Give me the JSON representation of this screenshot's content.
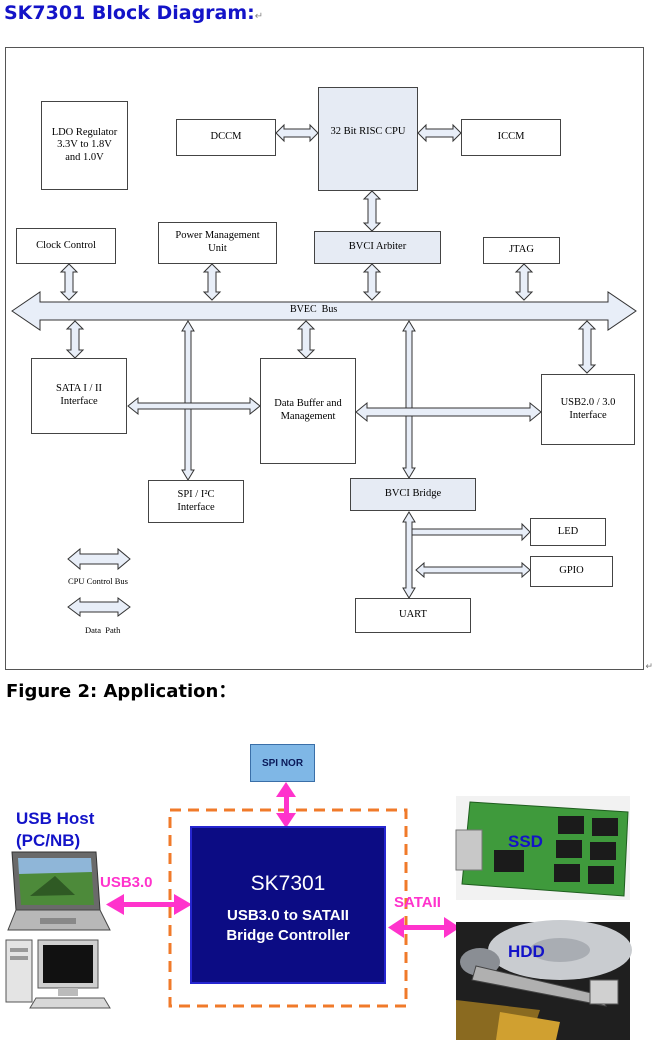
{
  "titles": {
    "block_diagram": "SK7301 Block Diagram:",
    "application": "Figure 2: Application："
  },
  "blocks": {
    "ldo": [
      "LDO Regulator",
      "3.3V to 1.8V",
      "and 1.0V"
    ],
    "dccm": "DCCM",
    "cpu": "32 Bit RISC CPU",
    "iccm": "ICCM",
    "clock": "Clock Control",
    "pmu": [
      "Power Management",
      "Unit"
    ],
    "bvci_arbiter": "BVCI Arbiter",
    "jtag": "JTAG",
    "bus": "BVEC  Bus",
    "sata": [
      "SATA I / II",
      "Interface"
    ],
    "data_buffer": [
      "Data Buffer and",
      "Management"
    ],
    "usb_if": [
      "USB2.0 / 3.0",
      "Interface"
    ],
    "spi": [
      "SPI / I²C",
      "Interface"
    ],
    "bvci_bridge": "BVCI Bridge",
    "led": "LED",
    "gpio": "GPIO",
    "uart": "UART"
  },
  "legend": {
    "cpu_bus": "CPU Control Bus",
    "data_path": "Data  Path"
  },
  "application": {
    "spinor": "SPI NOR",
    "chip_name": "SK7301",
    "chip_desc": [
      "USB3.0 to SATAII",
      "Bridge Controller"
    ],
    "usb_host": [
      "USB Host",
      "(PC/NB)"
    ],
    "usb_link": "USB3.0",
    "sata_link": "SATAII",
    "ssd": "SSD",
    "hdd": "HDD"
  },
  "colors": {
    "title_blue": "#1313c8",
    "chip_fill": "#0c0c84",
    "link_magenta": "#ff33cc",
    "boundary_orange": "#f07a2a",
    "spinor_fill": "#7fb7e6",
    "shaded_block": "#e6ebf4"
  }
}
